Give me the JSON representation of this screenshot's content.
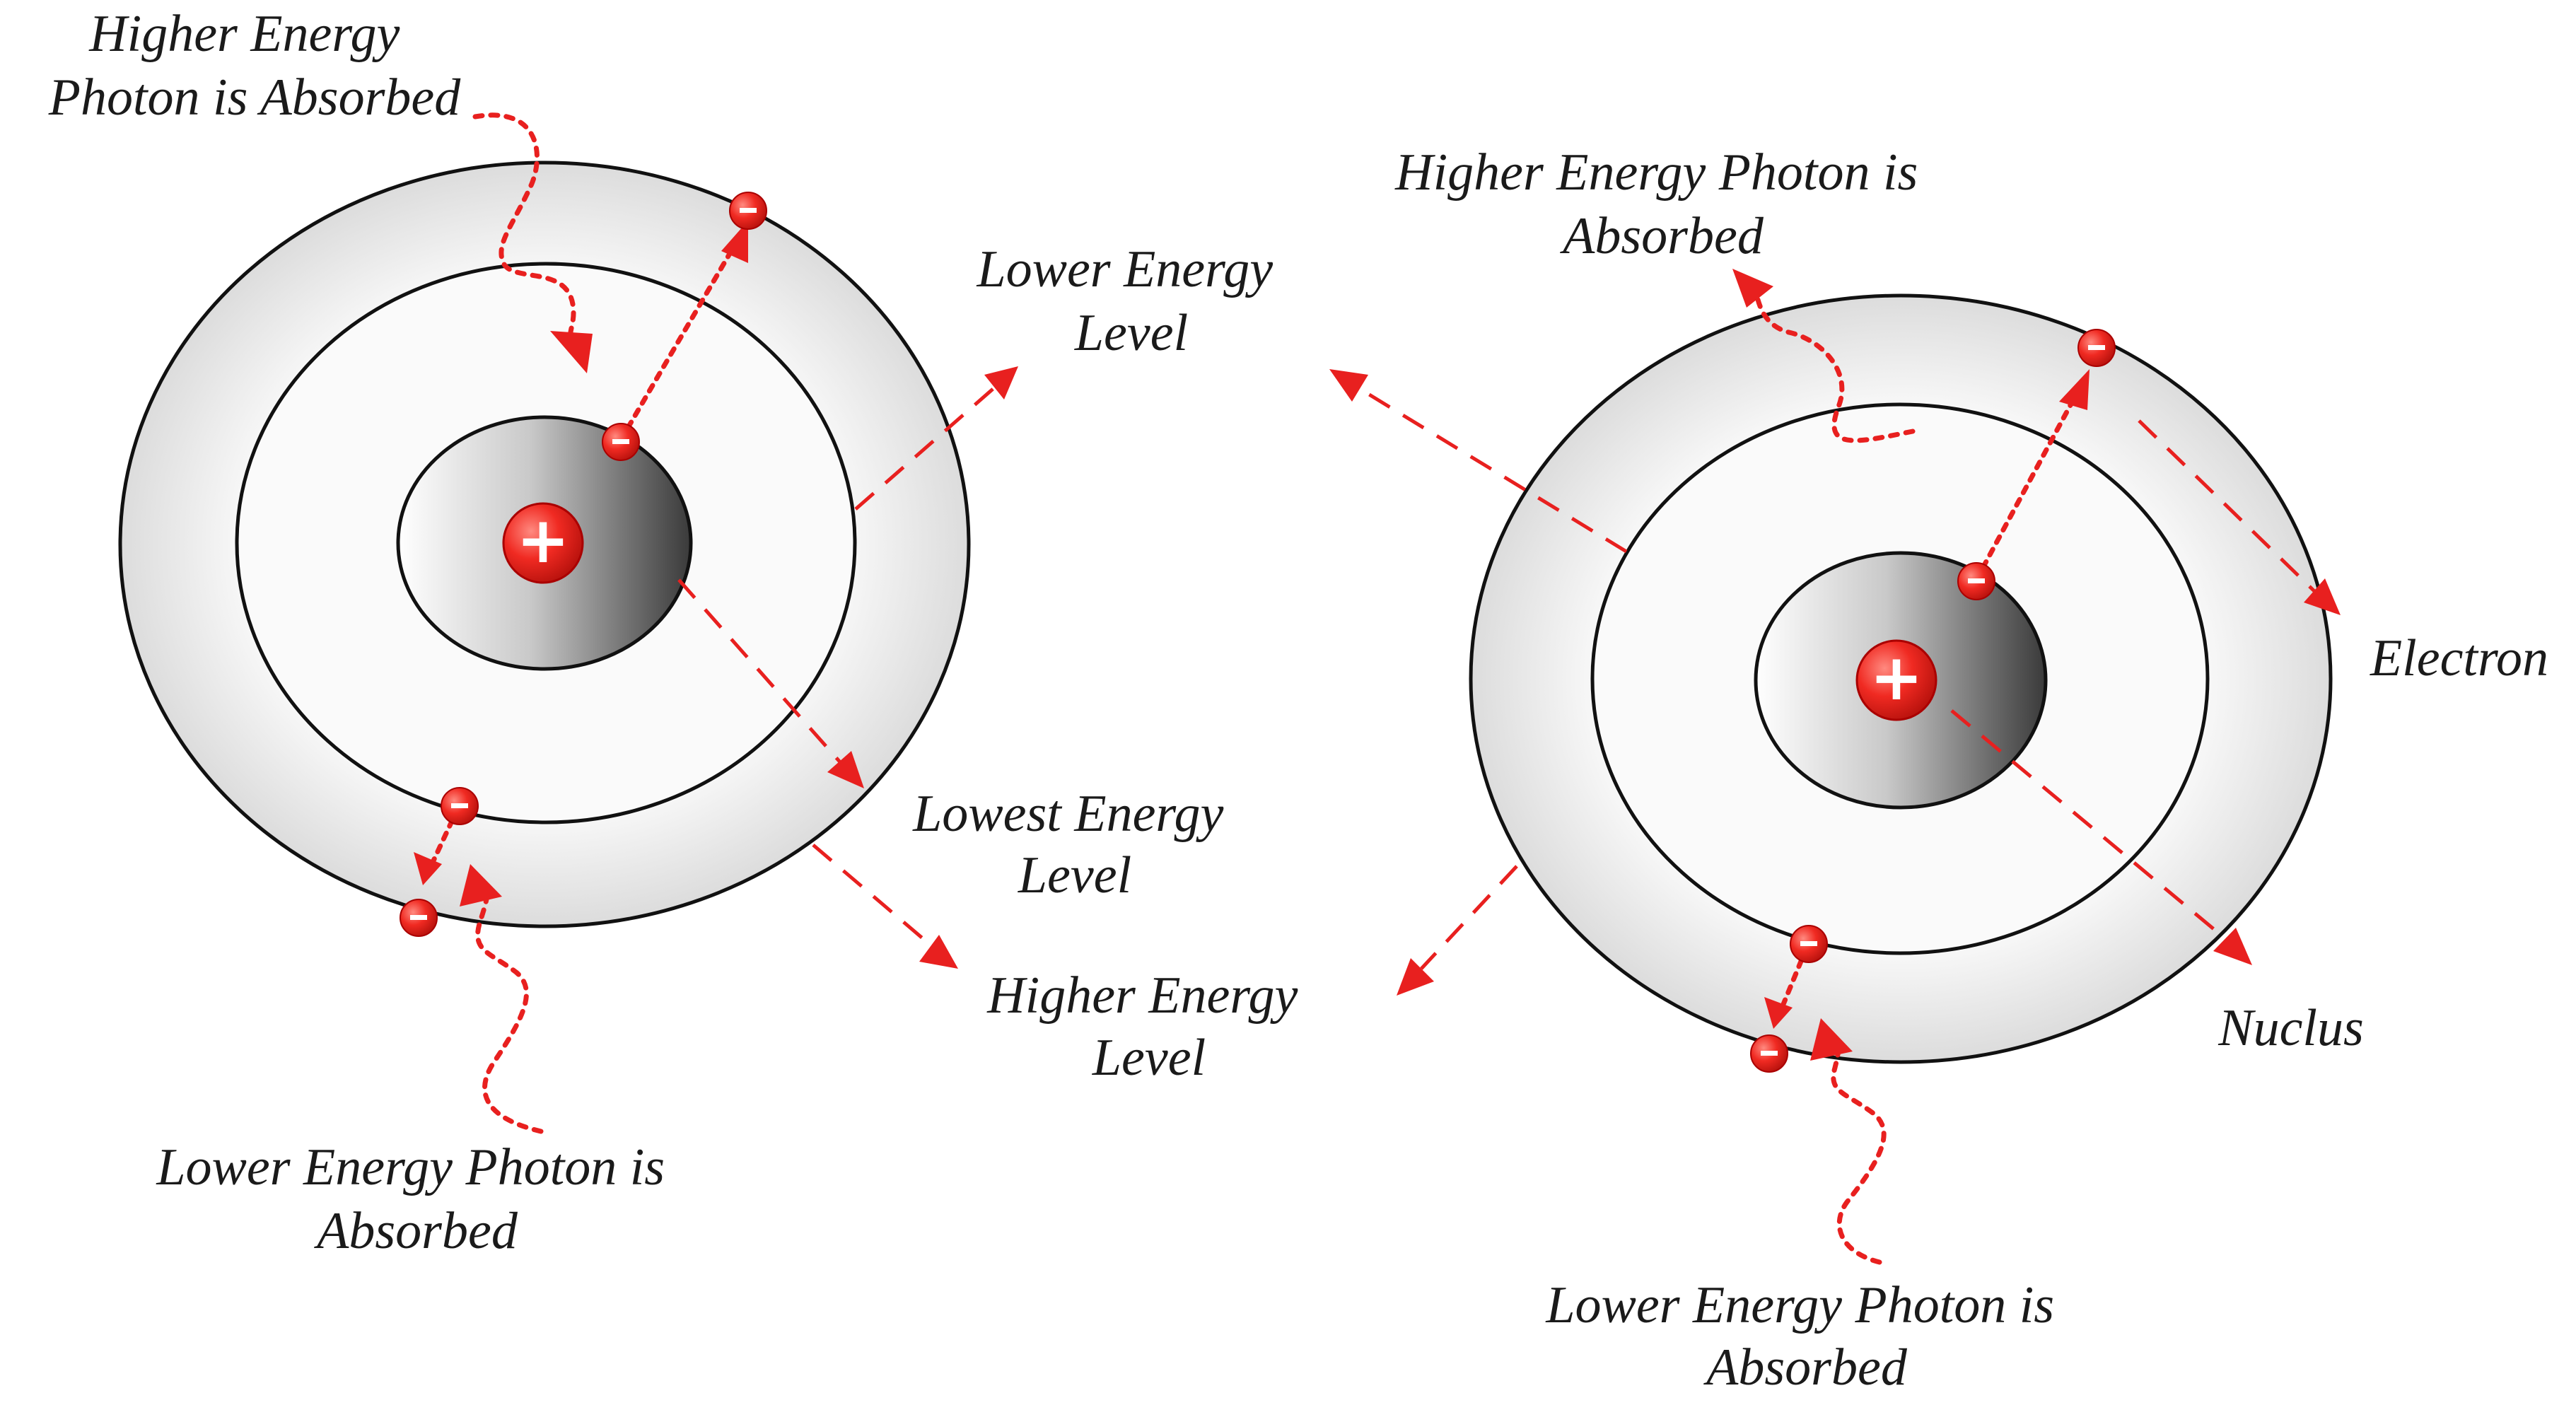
{
  "labels": {
    "higher_photon_left": [
      "Higher Energy",
      "Photon is Absorbed"
    ],
    "higher_photon_right": [
      "Higher Energy Photon is",
      "Absorbed"
    ],
    "lower_energy_level": [
      "Lower Energy",
      "Level"
    ],
    "lowest_energy_level": [
      "Lowest Energy",
      "Level"
    ],
    "higher_energy_level": [
      "Higher Energy",
      "Level"
    ],
    "lower_photon_left": [
      "Lower Energy Photon is",
      "Absorbed"
    ],
    "lower_photon_right": [
      "Lower Energy Photon is",
      "Absorbed"
    ],
    "electron": "Electron",
    "nucleus": "Nuclus"
  },
  "symbols": {
    "proton": "+",
    "electron": "−"
  },
  "colors": {
    "accent": "#e8201f",
    "outline": "#111111",
    "shell": "#eeeeee"
  }
}
